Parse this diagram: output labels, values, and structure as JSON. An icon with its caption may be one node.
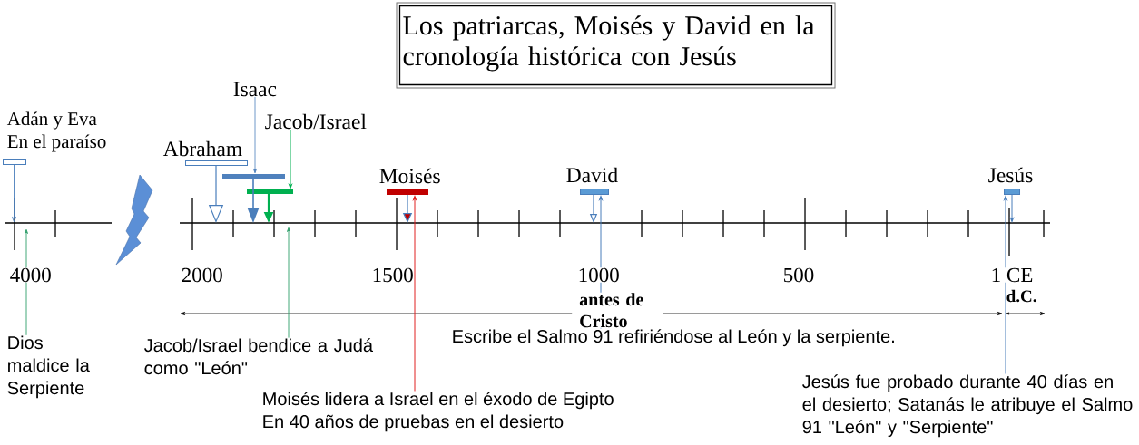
{
  "diagram": {
    "title": "Los patriarcas, Moisés y David en la cronología histórica con Jesús",
    "nodes": [
      {
        "text": [
          "Adán y Eva",
          "En el paraíso"
        ]
      },
      {
        "text": [
          "Abraham"
        ]
      },
      {
        "text": [
          "Isaac"
        ]
      },
      {
        "text": [],
        "shape": "bar"
      },
      {
        "text": [
          "Jacob/Israel"
        ]
      },
      {
        "text": [],
        "shape": "bar"
      },
      {
        "text": [
          "Moisés"
        ]
      },
      {
        "text": [
          "David"
        ]
      },
      {
        "text": [
          "Jesús"
        ]
      },
      {
        "text": [
          "Dios maldice la Serpiente"
        ]
      },
      {
        "text": [
          "Jacob/Israel bendice a Judá como \"León\""
        ]
      },
      {
        "text": [
          "Escribe el Salmo 91 refiriéndose al León y la serpiente."
        ]
      },
      {
        "text": [
          "Moisés lidera a Israel en el éxodo de Egipto",
          "En 40 años de pruebas en el desierto"
        ]
      },
      {
        "text": [
          "Jesús fue probado durante 40 días en el desierto; Satanás le atribuye el Salmo 91 \"León\" y \"Serpiente\""
        ]
      }
    ],
    "edges": [
      {
        "from": 0,
        "to": null,
        "arrow": "to"
      },
      {
        "from": 1,
        "to": null,
        "arrow": "to"
      },
      {
        "from": 2,
        "to": 3,
        "arrow": "to"
      },
      {
        "from": 3,
        "to": null,
        "arrow": "to"
      },
      {
        "from": 4,
        "to": 5,
        "arrow": "to",
        "color": "#00b050"
      },
      {
        "from": 5,
        "to": null,
        "arrow": "to",
        "color": "#00b050"
      },
      {
        "from": 6,
        "to": null,
        "arrow": "to"
      },
      {
        "from": 7,
        "to": null,
        "arrow": "to"
      },
      {
        "from": 8,
        "to": null,
        "arrow": "to"
      },
      {
        "from": 9,
        "to": null,
        "arrow": "to",
        "color": "#2e9e6a"
      },
      {
        "from": 10,
        "to": null,
        "arrow": "to",
        "color": "#2e9e6a"
      },
      {
        "from": 11,
        "to": 7,
        "arrow": "to"
      },
      {
        "from": 12,
        "to": 6,
        "arrow": "to",
        "color": "#e02020"
      },
      {
        "from": 13,
        "to": 8,
        "arrow": "to"
      }
    ],
    "labels": [
      "4000",
      "2000",
      "1500",
      "1000",
      "500",
      "1 CE",
      "antes de Cristo",
      "d.C."
    ]
  }
}
